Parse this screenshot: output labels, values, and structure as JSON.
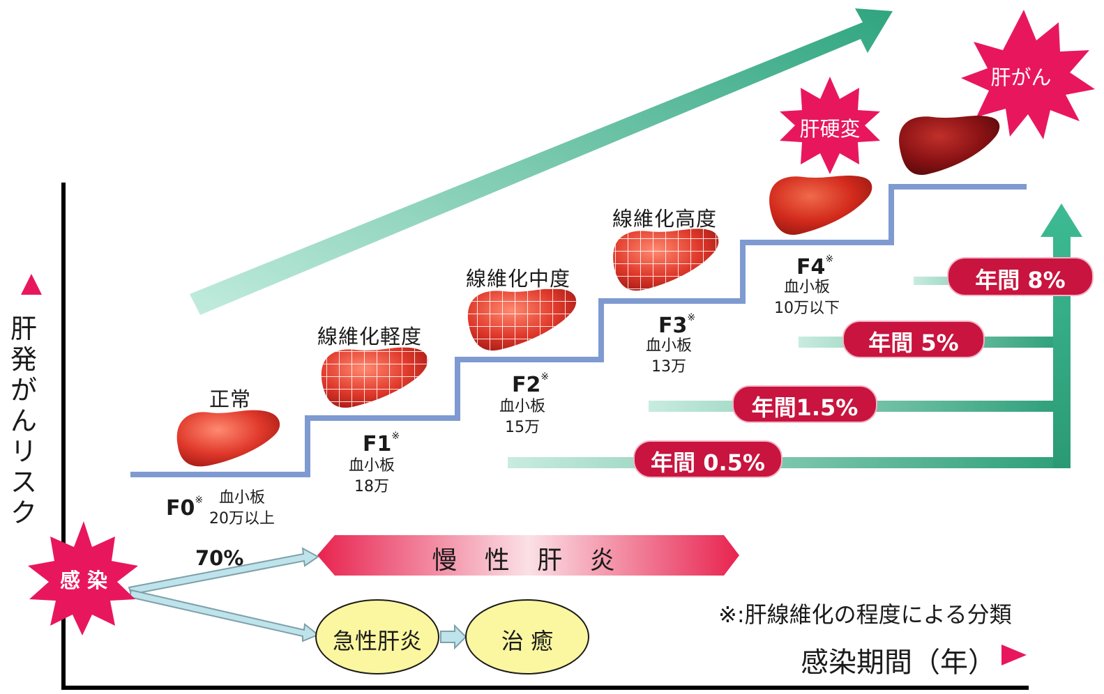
{
  "y_axis_label": "肝発がんリスク",
  "x_axis_label": "感染期間（年）",
  "infection_label": "感 染",
  "chronic_percent": "70%",
  "chronic_label": "慢 性 肝 炎",
  "acute_label": "急性肝炎",
  "cured_label": "治 癒",
  "footnote": "※:肝線維化の程度による分類",
  "asterisk": "※",
  "stages": [
    {
      "name": "正常",
      "grade": "F0",
      "platelet_line1": "血小板",
      "platelet_line2": "20万以上"
    },
    {
      "name": "線維化軽度",
      "grade": "F1",
      "platelet_line1": "血小板",
      "platelet_line2": "18万"
    },
    {
      "name": "線維化中度",
      "grade": "F2",
      "platelet_line1": "血小板",
      "platelet_line2": "15万"
    },
    {
      "name": "線維化高度",
      "grade": "F3",
      "platelet_line1": "血小板",
      "platelet_line2": "13万"
    },
    {
      "name": "肝硬変",
      "grade": "F4",
      "platelet_line1": "血小板",
      "platelet_line2": "10万以下"
    },
    {
      "name": "肝がん"
    }
  ],
  "annual_rates": [
    "年間 0.5%",
    "年間1.5%",
    "年間 5%",
    "年間 8%"
  ],
  "colors": {
    "accent_magenta": "#e8175d",
    "rate_badge": "#c8143e",
    "staircase": "#7e9ad0",
    "trend_arrow": "#3cae8c",
    "liver_red": "#e0392b",
    "ellipse_fill": "#fbf6a0"
  }
}
